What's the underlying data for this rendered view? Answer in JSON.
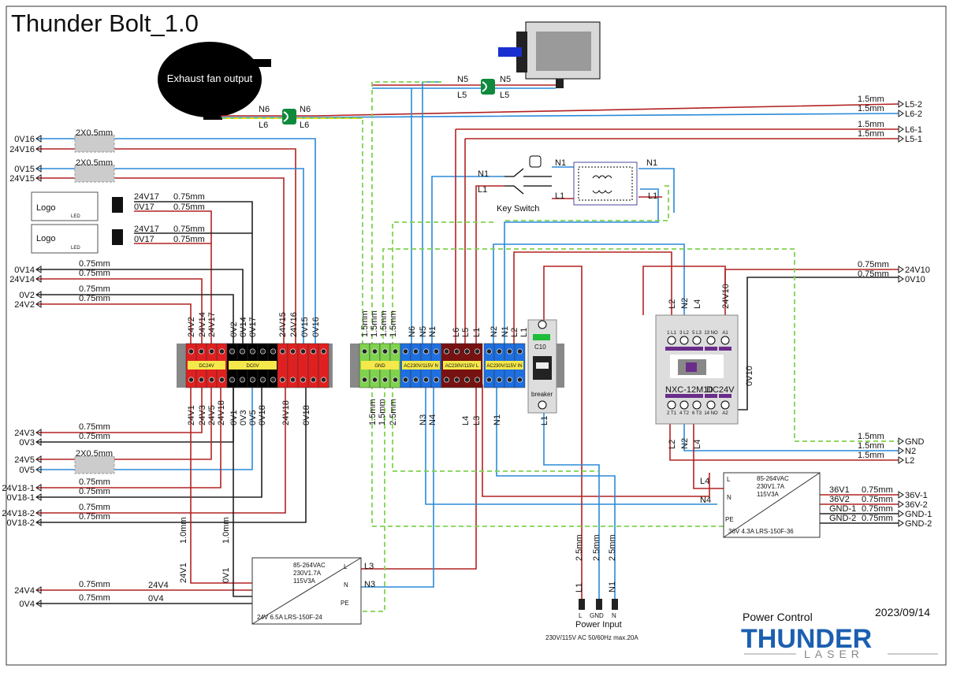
{
  "title": "Thunder Bolt_1.0",
  "exhaust_label": "Exhaust fan output",
  "logo_label": "Logo",
  "led_label": "LED",
  "key_switch_label": "Key Switch",
  "breaker": {
    "rating": "C10",
    "name": "breaker"
  },
  "contactor": {
    "model": "NXC-12M10",
    "coil": "DC24V"
  },
  "ps24": {
    "input": "85-264VAC",
    "current": "230V1.7A",
    "current2": "115V3A",
    "model": "24V 6.5A  LRS-150F-24"
  },
  "ps36": {
    "input": "85-264VAC",
    "current": "230V1.7A",
    "current2": "115V3A",
    "model": "36V 4.3A  LRS-150F-36"
  },
  "power_input": {
    "l": "L",
    "gnd": "GND",
    "n": "N",
    "label": "Power Input",
    "spec": "230V/115V AC 50/60Hz max.20A"
  },
  "footer": {
    "caption": "Power Control",
    "date": "2023/09/14",
    "brand": "THUNDER",
    "sub": "LASER"
  },
  "terminal_labels": [
    "DC24V",
    "DC0V",
    "GND",
    "AC230V/115V N",
    "AC230V/115V L",
    "AC230V/115V IN"
  ],
  "left_signals": [
    {
      "name": "0V16",
      "cable": "2X0.5mm"
    },
    {
      "name": "24V16",
      "cable": ""
    },
    {
      "name": "0V15",
      "cable": "2X0.5mm"
    },
    {
      "name": "24V15",
      "cable": ""
    },
    {
      "name": "0V14",
      "cable": "0.75mm"
    },
    {
      "name": "24V14",
      "cable": "0.75mm"
    },
    {
      "name": "0V2",
      "cable": "0.75mm"
    },
    {
      "name": "24V2",
      "cable": "0.75mm"
    },
    {
      "name": "24V3",
      "cable": "0.75mm"
    },
    {
      "name": "0V3",
      "cable": "0.75mm"
    },
    {
      "name": "24V5",
      "cable": "2X0.5mm"
    },
    {
      "name": "0V5",
      "cable": ""
    },
    {
      "name": "24V18-1",
      "cable": "0.75mm"
    },
    {
      "name": "0V18-1",
      "cable": "0.75mm"
    },
    {
      "name": "24V18-2",
      "cable": "0.75mm"
    },
    {
      "name": "0V18-2",
      "cable": "0.75mm"
    },
    {
      "name": "24V4",
      "cable": "0.75mm"
    },
    {
      "name": "0V4",
      "cable": "0.75mm"
    }
  ],
  "right_signals": [
    {
      "name": "L5-2",
      "cable": "1.5mm"
    },
    {
      "name": "L6-2",
      "cable": "1.5mm"
    },
    {
      "name": "L6-1",
      "cable": "1.5mm"
    },
    {
      "name": "L5-1",
      "cable": "1.5mm"
    },
    {
      "name": "24V10",
      "cable": "0.75mm"
    },
    {
      "name": "0V10",
      "cable": "0.75mm"
    },
    {
      "name": "GND",
      "cable": "1.5mm"
    },
    {
      "name": "N2",
      "cable": "1.5mm"
    },
    {
      "name": "L2",
      "cable": "1.5mm"
    },
    {
      "name": "36V-1",
      "cable": "0.75mm",
      "wire": "36V1"
    },
    {
      "name": "36V-2",
      "cable": "0.75mm",
      "wire": "36V2"
    },
    {
      "name": "GND-1",
      "cable": "0.75mm",
      "wire": "GND-1"
    },
    {
      "name": "GND-2",
      "cable": "0.75mm",
      "wire": "GND-2"
    }
  ],
  "wire_labels": {
    "n5": "N5",
    "l5": "L5",
    "n6": "N6",
    "l6": "L6",
    "n1": "N1",
    "l1": "L1",
    "n2": "N2",
    "l2": "L2",
    "n3": "N3",
    "l3": "L3",
    "n4": "N4",
    "l4": "L4",
    "v24v17": "24V17",
    "v0v17": "0V17",
    "v24v4": "24V4",
    "v0v4": "0V4",
    "v24v1": "24V1",
    "v0v1": "0V1",
    "m075": "0.75mm",
    "m10": "1.0mm",
    "m15": "1.5mm",
    "m25": "2.5mm",
    "pe": "PE"
  },
  "top_terminal_labels": [
    "24V2",
    "24V14",
    "24V17",
    "0V2",
    "0V14",
    "0V17",
    "24V15",
    "24V16",
    "0V15",
    "0V16",
    "1.5mm",
    "1.5mm",
    "1.5mm",
    "1.5mm",
    "N6",
    "N5",
    "N1",
    "L6",
    "L5",
    "L1",
    "N2",
    "N1",
    "L2",
    "L1"
  ],
  "bottom_terminal_labels": [
    "24V1",
    "24V3",
    "24V5",
    "24V18",
    "0V1",
    "0V3",
    "0V5",
    "0V18",
    "24V18",
    "0V18",
    "1.5mm",
    "1.5mm",
    "2.5mm",
    "N3",
    "N4",
    "L4",
    "L3",
    "N1",
    "L1"
  ],
  "contactor_labels": {
    "top_pins": [
      "1 L1",
      "3 L2",
      "5 L3",
      "13 NO",
      "A1"
    ],
    "bottom_pins": [
      "2 T1",
      "4 T2",
      "6 T3",
      "14 NO",
      "A2"
    ],
    "l2": "L2",
    "n2": "N2",
    "l4": "L4",
    "v24v10": "24V10",
    "v0v10": "0V10"
  },
  "colors": {
    "red": "#b22222",
    "blue": "#2a8ad8",
    "black": "#222222",
    "gnd": "#7fd34e",
    "gnd2": "#e8d800",
    "terminal_red": "#e02020",
    "terminal_blue": "#1e6fe0",
    "terminal_dark": "#7a1010",
    "connector_green": "#0f8a3c"
  }
}
